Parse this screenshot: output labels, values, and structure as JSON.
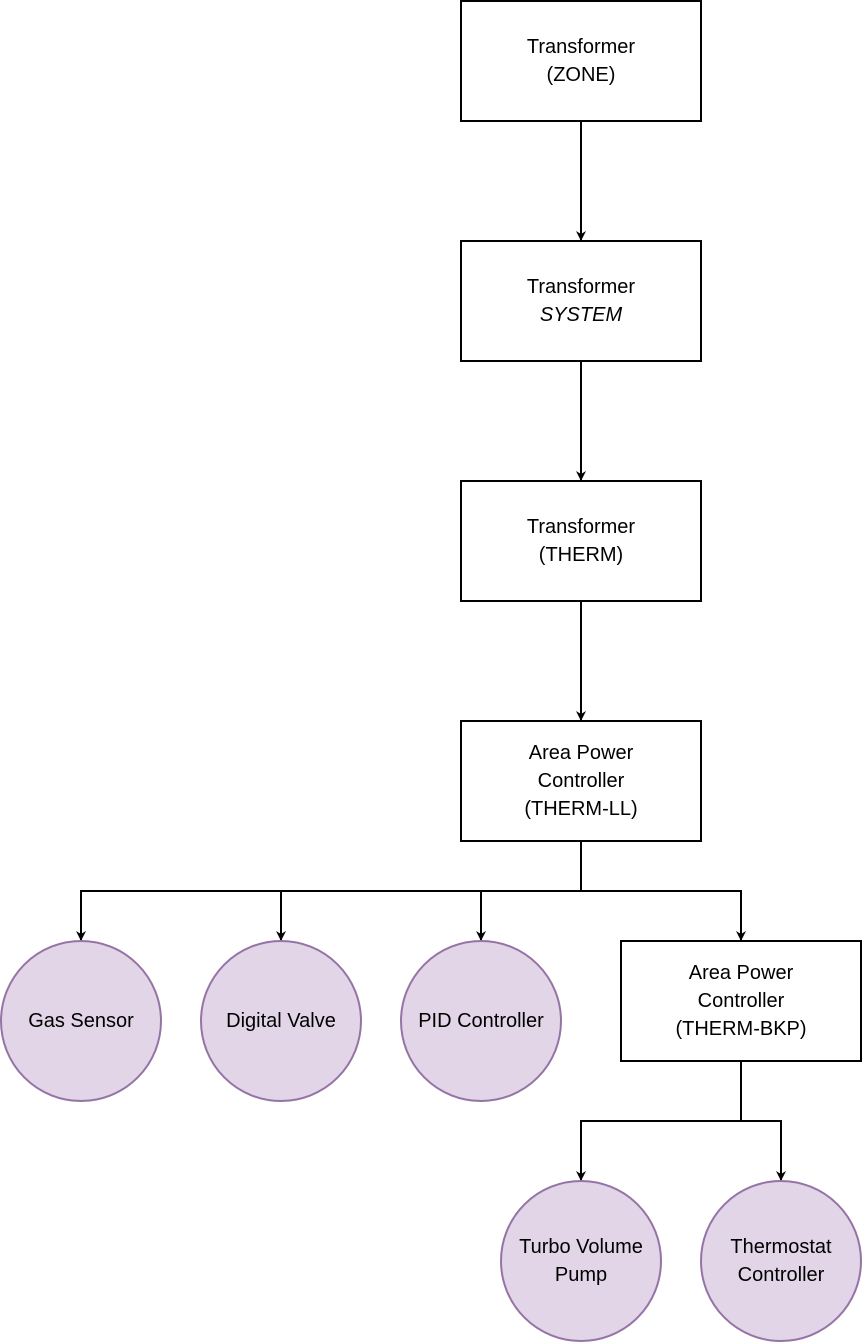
{
  "diagram": {
    "colors": {
      "box_border": "#000000",
      "box_fill": "#ffffff",
      "circle_border": "#9673a6",
      "circle_fill": "#e1d5e7",
      "edge": "#000000"
    },
    "nodes": {
      "transformer_zone": {
        "line1": "Transformer",
        "line2": "(ZONE)"
      },
      "transformer_system": {
        "line1": "Transformer",
        "line2": "SYSTEM"
      },
      "transformer_therm": {
        "line1": "Transformer",
        "line2": "(THERM)"
      },
      "apc_therm_ll": {
        "line1": "Area Power",
        "line2": "Controller",
        "line3": "(THERM-LL)"
      },
      "gas_sensor": {
        "line1": "Gas Sensor"
      },
      "digital_valve": {
        "line1": "Digital Valve"
      },
      "pid_controller": {
        "line1": "PID Controller"
      },
      "apc_therm_bkp": {
        "line1": "Area Power",
        "line2": "Controller",
        "line3": "(THERM-BKP)"
      },
      "turbo_volume_pump": {
        "line1": "Turbo Volume",
        "line2": "Pump"
      },
      "thermostat_controller": {
        "line1": "Thermostat",
        "line2": "Controller"
      }
    },
    "edges": [
      {
        "from": "transformer_zone",
        "to": "transformer_system"
      },
      {
        "from": "transformer_system",
        "to": "transformer_therm"
      },
      {
        "from": "transformer_therm",
        "to": "apc_therm_ll"
      },
      {
        "from": "apc_therm_ll",
        "to": "gas_sensor"
      },
      {
        "from": "apc_therm_ll",
        "to": "digital_valve"
      },
      {
        "from": "apc_therm_ll",
        "to": "pid_controller"
      },
      {
        "from": "apc_therm_ll",
        "to": "apc_therm_bkp"
      },
      {
        "from": "apc_therm_bkp",
        "to": "turbo_volume_pump"
      },
      {
        "from": "apc_therm_bkp",
        "to": "thermostat_controller"
      }
    ]
  }
}
